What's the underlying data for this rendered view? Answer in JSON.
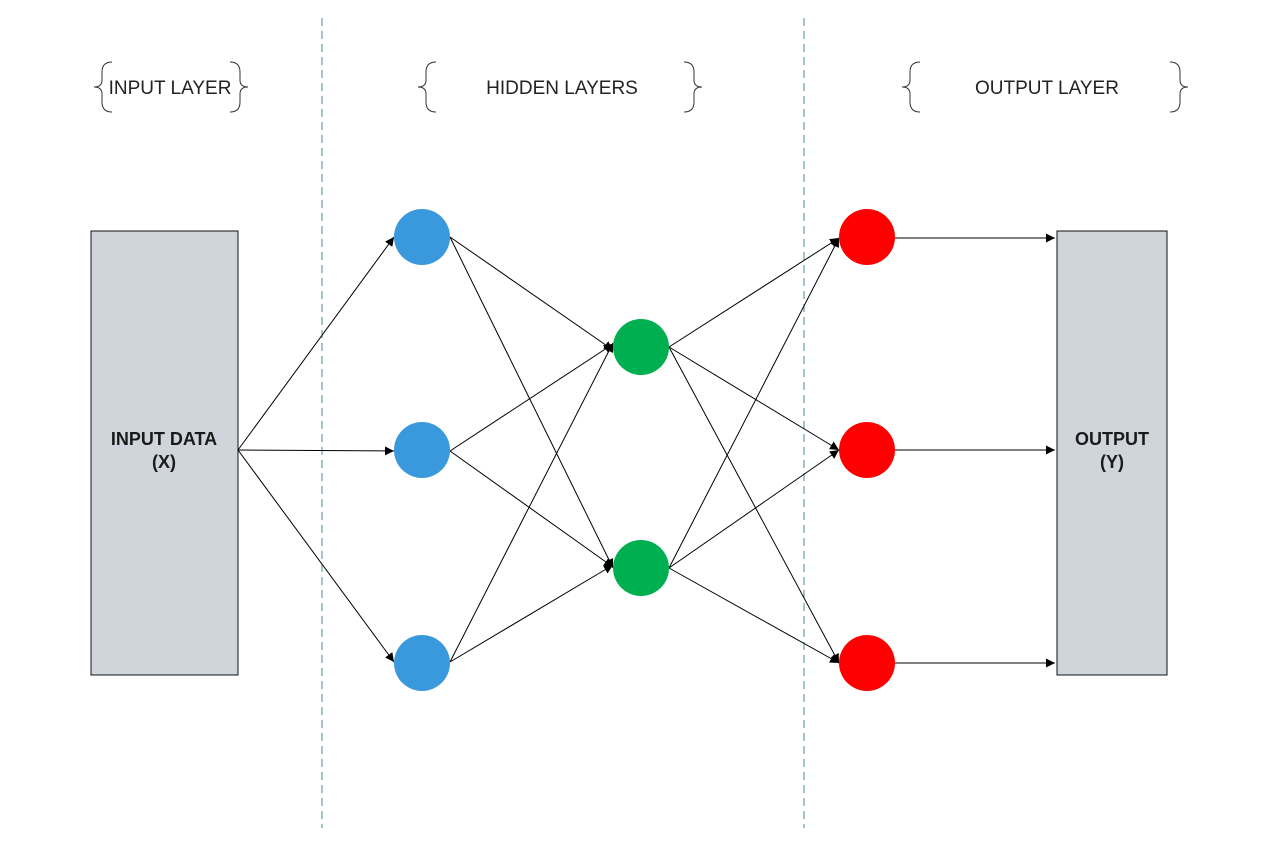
{
  "layers": {
    "input_label": "INPUT LAYER",
    "hidden_label": "HIDDEN LAYERS",
    "output_label": "OUTPUT LAYER"
  },
  "boxes": {
    "input_line1": "INPUT DATA",
    "input_line2": "(X)",
    "output_line1": "OUTPUT",
    "output_line2": "(Y)"
  },
  "colors": {
    "hidden1": "#3a99dd",
    "hidden2": "#00b050",
    "output": "#ff0000",
    "box_fill": "#d0d5dc",
    "divider": "#4a8a99"
  }
}
